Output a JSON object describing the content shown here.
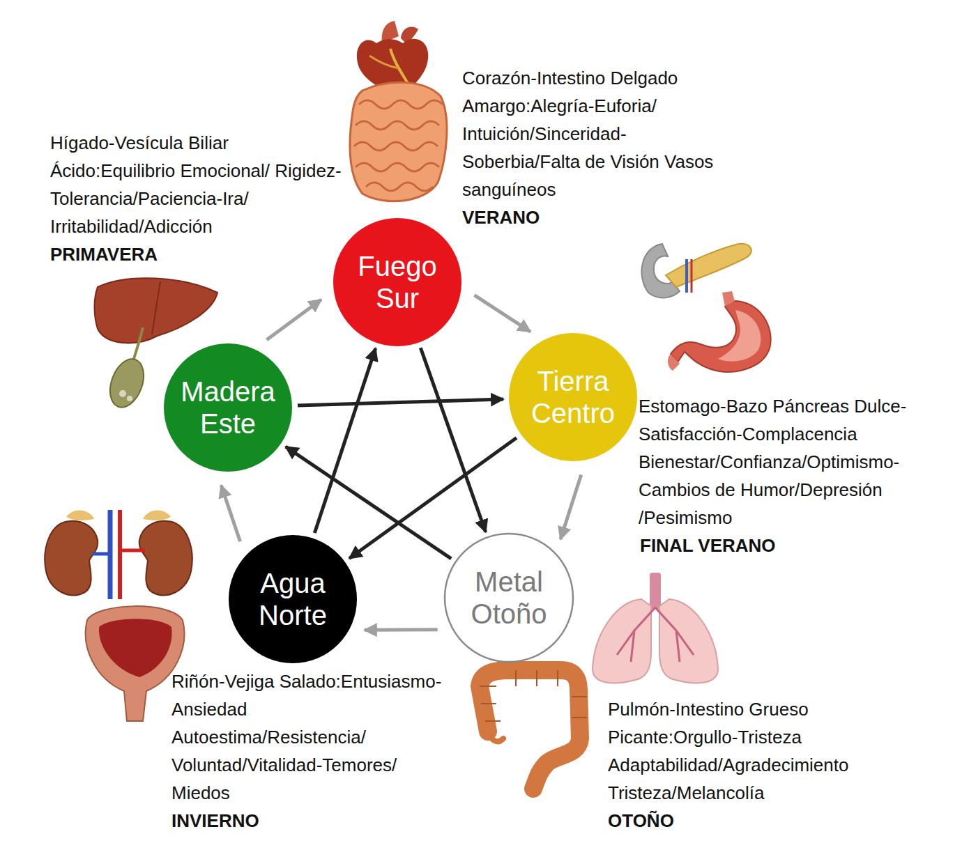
{
  "diagram": {
    "nodes": [
      {
        "text": [
          "Fuego Sur"
        ]
      },
      {
        "text": [
          "Madera Este"
        ]
      },
      {
        "text": [
          "Tierra Centro"
        ]
      },
      {
        "text": [
          "Agua Norte"
        ]
      },
      {
        "text": [
          "Metal Otoño"
        ]
      }
    ],
    "edges": [
      {
        "from": 1,
        "to": 0,
        "arrow": "to"
      },
      {
        "from": 0,
        "to": 2,
        "arrow": "to"
      },
      {
        "from": 2,
        "to": 4,
        "arrow": "to"
      },
      {
        "from": 4,
        "to": 3,
        "arrow": "to"
      },
      {
        "from": 3,
        "to": 1,
        "arrow": "to"
      },
      {
        "from": 1,
        "to": 2,
        "arrow": "to"
      },
      {
        "from": 2,
        "to": 3,
        "arrow": "to"
      },
      {
        "from": 3,
        "to": 0,
        "arrow": "to"
      },
      {
        "from": 0,
        "to": 4,
        "arrow": "to"
      },
      {
        "from": 4,
        "to": 1,
        "arrow": "to"
      }
    ],
    "labels": [
      "Corazón-Intestino Delgado Amargo:Alegría-Euforia/ Intuición/Sinceridad- Soberbia/Falta de Visión Vasos sanguíneos",
      "VERANO",
      "Hígado-Vesícula Biliar Ácido:Equilibrio Emocional/ Rigidez-Tolerancia/Paciencia-Ira/ Irritabilidad/Adicción",
      "PRIMAVERA",
      "Estomago-Bazo Páncreas Dulce-Satisfacción-Complacencia Bienestar/Confianza/Optimismo- Cambios de Humor/Depresión /Pesimismo",
      "FINAL VERANO",
      "Riñón-Vejiga Salado:Entusiasmo-Ansiedad Autoestima/Resistencia/ Voluntad/Vitalidad-Temores/ Miedos",
      "INVIERNO",
      "Pulmón-Intestino Grueso Picante:Orgullo-Tristeza Adaptabilidad/Agradecimiento Tristeza/Melancolía",
      "OTOÑO"
    ]
  }
}
